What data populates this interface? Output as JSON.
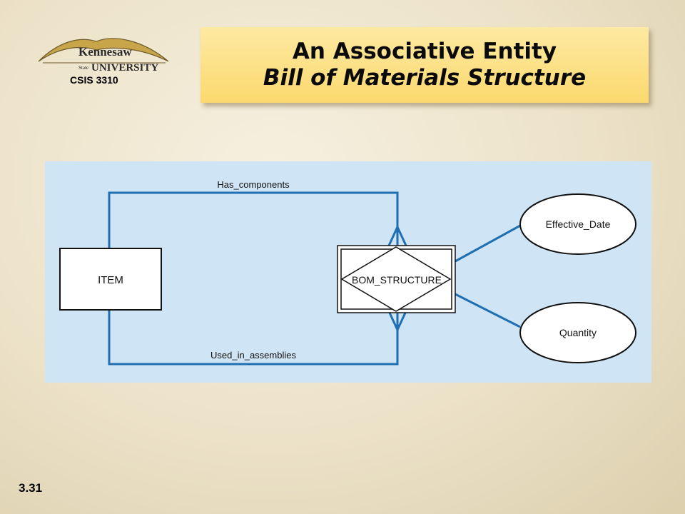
{
  "header": {
    "logo": {
      "line1": "Kennesaw",
      "state": "State",
      "line2": "UNIVERSITY"
    },
    "course": "CSIS 3310",
    "title_line1": "An Associative Entity",
    "title_line2": "Bill of Materials Structure"
  },
  "diagram": {
    "entity": "ITEM",
    "associative_entity": "BOM_STRUCTURE",
    "relationship_top": "Has_components",
    "relationship_bottom": "Used_in_assemblies",
    "attribute_1": "Effective_Date",
    "attribute_2": "Quantity",
    "line_color": "#1f6fb2",
    "background_color": "#cfe4f4"
  },
  "slide_number": "3.31"
}
